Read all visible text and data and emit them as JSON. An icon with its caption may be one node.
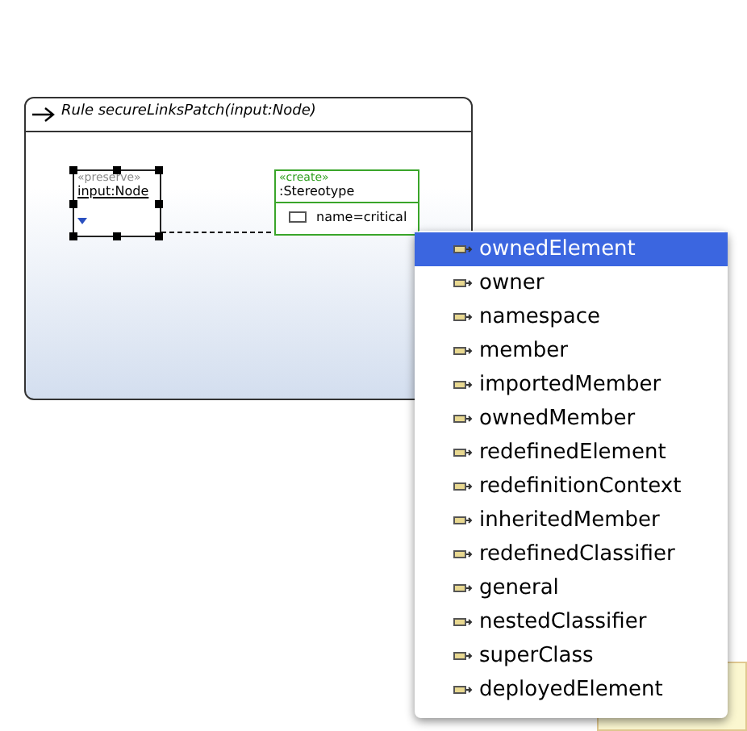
{
  "diagram": {
    "nodes": [
      {
        "text": [
          "Rule secureLinksPatch(input:Node)"
        ]
      },
      {
        "text": [
          "«preserve»",
          "input:Node"
        ],
        "in": 0
      },
      {
        "text": [
          "«create»",
          ":Stereotype",
          "name=critical"
        ],
        "in": 0
      }
    ],
    "edges": [
      {
        "from": 1,
        "to": 2,
        "arrow": "none",
        "style": "dashed"
      }
    ],
    "labels": [
      "ownedElement",
      "owner",
      "namespace",
      "member",
      "importedMember",
      "ownedMember",
      "redefinedElement",
      "redefinitionContext",
      "inheritedMember",
      "redefinedClassifier",
      "general",
      "nestedClassifier",
      "superClass",
      "deployedElement"
    ]
  }
}
